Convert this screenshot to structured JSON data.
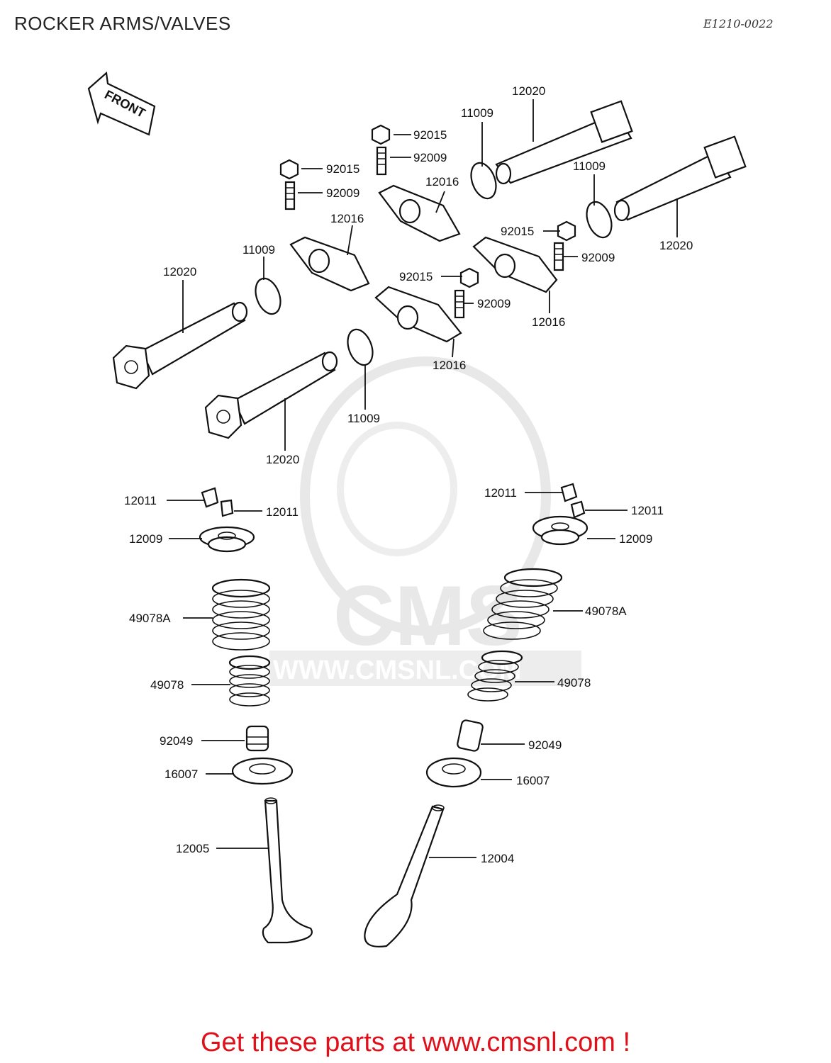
{
  "header": {
    "title": "ROCKER ARMS/VALVES",
    "diagram_code": "E1210-0022"
  },
  "front_arrow": {
    "label": "FRONT",
    "icon": "front-arrow-icon"
  },
  "watermark": {
    "logo_text": "CMS",
    "url_text": "WWW.CMSNL.COM",
    "color": "#e6e6e6"
  },
  "part_labels": {
    "n12020_top": "12020",
    "n11009_top": "11009",
    "n92015_a": "92015",
    "n92009_a": "92009",
    "n12016_a": "12016",
    "n92015_b": "92015",
    "n92009_b": "92009",
    "n12016_b": "12016",
    "n11009_right": "11009",
    "n12020_right": "12020",
    "n11009_left": "11009",
    "n12020_left": "12020",
    "n92015_c": "92015",
    "n92009_c": "92009",
    "n12016_c": "12016",
    "n92015_d": "92015",
    "n92009_d": "92009",
    "n12016_d": "12016",
    "n11009_mid": "11009",
    "n12020_mid": "12020",
    "n12011_la": "12011",
    "n12011_lb": "12011",
    "n12009_l": "12009",
    "n49078A_l": "49078A",
    "n49078_l": "49078",
    "n92049_l": "92049",
    "n16007_l": "16007",
    "n12005": "12005",
    "n12011_ra": "12011",
    "n12011_rb": "12011",
    "n12009_r": "12009",
    "n49078A_r": "49078A",
    "n49078_r": "49078",
    "n92049_r": "92049",
    "n16007_r": "16007",
    "n12004": "12004"
  },
  "footer": {
    "link_text": "Get these parts at www.cmsnl.com !",
    "color": "#e0101a"
  }
}
